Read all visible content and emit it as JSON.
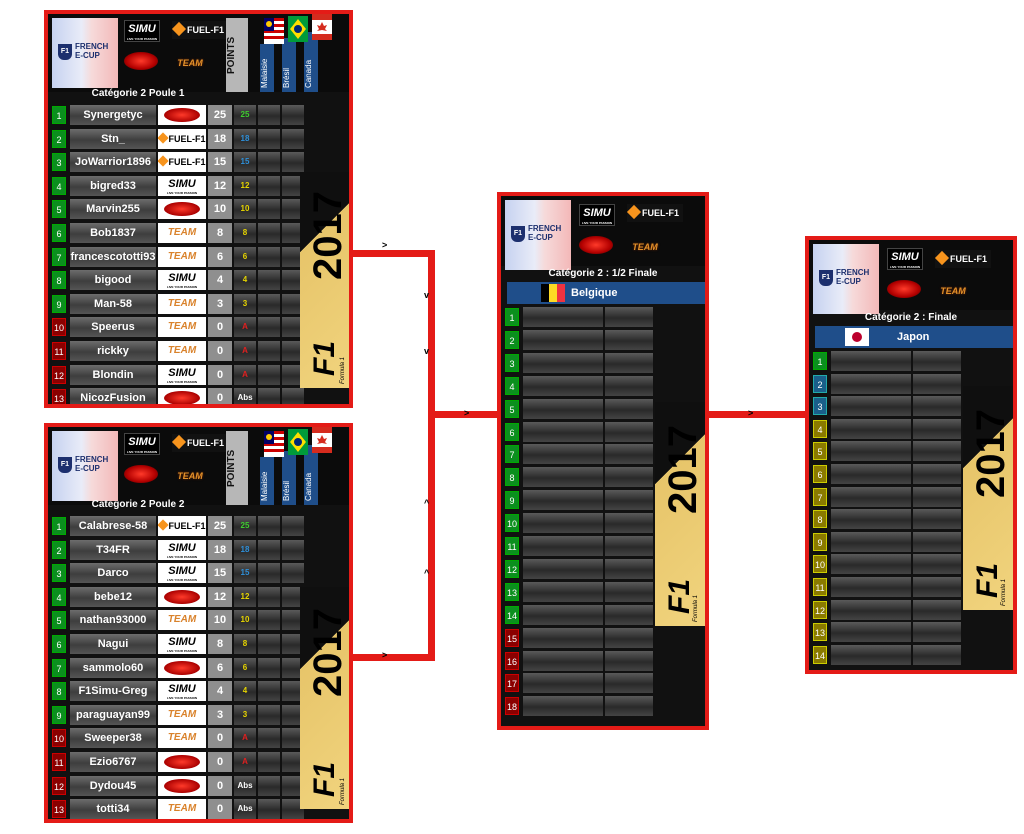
{
  "logos": {
    "f1": "F1",
    "french": "FRENCH",
    "ecup": "E-CUP",
    "simu": "SIMU",
    "simu_sub": "LIVE YOUR PASSION",
    "fuel": "FUEL-F1",
    "gold": "TEAM"
  },
  "poule1": {
    "title": "Catégorie 2  Poule 1",
    "points_header": "POINTS",
    "races": [
      "Malaisie",
      "Brésil",
      "Canada"
    ],
    "rows": [
      {
        "pos": "1",
        "name": "Synergetyc",
        "team": "red",
        "pts": "25",
        "r1": "25",
        "c": "c-25",
        "pc": "g"
      },
      {
        "pos": "2",
        "name": "Stn_",
        "team": "fuel",
        "pts": "18",
        "r1": "18",
        "c": "c-18",
        "pc": "g"
      },
      {
        "pos": "3",
        "name": "JoWarrior1896",
        "team": "fuel",
        "pts": "15",
        "r1": "15",
        "c": "c-15",
        "pc": "g"
      },
      {
        "pos": "4",
        "name": "bigred33",
        "team": "simu",
        "pts": "12",
        "r1": "12",
        "c": "c-y",
        "pc": "g"
      },
      {
        "pos": "5",
        "name": "Marvin255",
        "team": "red",
        "pts": "10",
        "r1": "10",
        "c": "c-y",
        "pc": "g"
      },
      {
        "pos": "6",
        "name": "Bob1837",
        "team": "gold",
        "pts": "8",
        "r1": "8",
        "c": "c-y",
        "pc": "g"
      },
      {
        "pos": "7",
        "name": "francescototti93",
        "team": "gold",
        "pts": "6",
        "r1": "6",
        "c": "c-y",
        "pc": "g"
      },
      {
        "pos": "8",
        "name": "bigood",
        "team": "simu",
        "pts": "4",
        "r1": "4",
        "c": "c-y",
        "pc": "g"
      },
      {
        "pos": "9",
        "name": "Man-58",
        "team": "gold",
        "pts": "3",
        "r1": "3",
        "c": "c-y",
        "pc": "g"
      },
      {
        "pos": "10",
        "name": "Speerus",
        "team": "gold",
        "pts": "0",
        "r1": "A",
        "c": "c-r",
        "pc": "r"
      },
      {
        "pos": "11",
        "name": "rickky",
        "team": "gold",
        "pts": "0",
        "r1": "A",
        "c": "c-r",
        "pc": "r"
      },
      {
        "pos": "12",
        "name": "Blondin",
        "team": "simu",
        "pts": "0",
        "r1": "A",
        "c": "c-r",
        "pc": "r"
      },
      {
        "pos": "13",
        "name": "NicozFusion",
        "team": "red",
        "pts": "0",
        "r1": "Abs",
        "c": "c-w",
        "pc": "r"
      }
    ]
  },
  "poule2": {
    "title": "Categorie 2  Poule 2",
    "points_header": "POINTS",
    "races": [
      "Malaisie",
      "Brésil",
      "Canada"
    ],
    "rows": [
      {
        "pos": "1",
        "name": "Calabrese-58",
        "team": "fuel",
        "pts": "25",
        "r1": "25",
        "c": "c-25",
        "pc": "g"
      },
      {
        "pos": "2",
        "name": "T34FR",
        "team": "simu",
        "pts": "18",
        "r1": "18",
        "c": "c-18",
        "pc": "g"
      },
      {
        "pos": "3",
        "name": "Darco",
        "team": "simu",
        "pts": "15",
        "r1": "15",
        "c": "c-15",
        "pc": "g"
      },
      {
        "pos": "4",
        "name": "bebe12",
        "team": "red",
        "pts": "12",
        "r1": "12",
        "c": "c-y",
        "pc": "g"
      },
      {
        "pos": "5",
        "name": "nathan93000",
        "team": "gold",
        "pts": "10",
        "r1": "10",
        "c": "c-y",
        "pc": "g"
      },
      {
        "pos": "6",
        "name": "Nagui",
        "team": "simu",
        "pts": "8",
        "r1": "8",
        "c": "c-y",
        "pc": "g"
      },
      {
        "pos": "7",
        "name": "sammolo60",
        "team": "red",
        "pts": "6",
        "r1": "6",
        "c": "c-y",
        "pc": "g"
      },
      {
        "pos": "8",
        "name": "F1Simu-Greg",
        "team": "simu",
        "pts": "4",
        "r1": "4",
        "c": "c-y",
        "pc": "g"
      },
      {
        "pos": "9",
        "name": "paraguayan99",
        "team": "gold",
        "pts": "3",
        "r1": "3",
        "c": "c-y",
        "pc": "g"
      },
      {
        "pos": "10",
        "name": "Sweeper38",
        "team": "gold",
        "pts": "0",
        "r1": "A",
        "c": "c-r",
        "pc": "r"
      },
      {
        "pos": "11",
        "name": "Ezio6767",
        "team": "red",
        "pts": "0",
        "r1": "A",
        "c": "c-r",
        "pc": "r"
      },
      {
        "pos": "12",
        "name": "Dydou45",
        "team": "red",
        "pts": "0",
        "r1": "Abs",
        "c": "c-w",
        "pc": "r"
      },
      {
        "pos": "13",
        "name": "totti34",
        "team": "gold",
        "pts": "0",
        "r1": "Abs",
        "c": "c-w",
        "pc": "r"
      }
    ]
  },
  "semi": {
    "title": "Catégorie 2 : 1/2 Finale",
    "gp": "Belgique",
    "positions": [
      {
        "pos": "1",
        "pc": "g"
      },
      {
        "pos": "2",
        "pc": "g"
      },
      {
        "pos": "3",
        "pc": "g"
      },
      {
        "pos": "4",
        "pc": "g"
      },
      {
        "pos": "5",
        "pc": "g"
      },
      {
        "pos": "6",
        "pc": "g"
      },
      {
        "pos": "7",
        "pc": "g"
      },
      {
        "pos": "8",
        "pc": "g"
      },
      {
        "pos": "9",
        "pc": "g"
      },
      {
        "pos": "10",
        "pc": "g"
      },
      {
        "pos": "11",
        "pc": "g"
      },
      {
        "pos": "12",
        "pc": "g"
      },
      {
        "pos": "13",
        "pc": "g"
      },
      {
        "pos": "14",
        "pc": "g"
      },
      {
        "pos": "15",
        "pc": "r"
      },
      {
        "pos": "16",
        "pc": "r"
      },
      {
        "pos": "17",
        "pc": "r"
      },
      {
        "pos": "18",
        "pc": "r"
      }
    ]
  },
  "final": {
    "title": "Catégorie 2 : Finale",
    "gp": "Japon",
    "positions": [
      {
        "pos": "1",
        "pc": "g"
      },
      {
        "pos": "2",
        "pc": "b"
      },
      {
        "pos": "3",
        "pc": "b"
      },
      {
        "pos": "4",
        "pc": "y"
      },
      {
        "pos": "5",
        "pc": "y"
      },
      {
        "pos": "6",
        "pc": "y"
      },
      {
        "pos": "7",
        "pc": "y"
      },
      {
        "pos": "8",
        "pc": "y"
      },
      {
        "pos": "9",
        "pc": "y"
      },
      {
        "pos": "10",
        "pc": "y"
      },
      {
        "pos": "11",
        "pc": "y"
      },
      {
        "pos": "12",
        "pc": "y"
      },
      {
        "pos": "13",
        "pc": "y"
      },
      {
        "pos": "14",
        "pc": "y"
      }
    ]
  },
  "f1_banner": {
    "logo": "F1",
    "year": "2017",
    "sub": "Formula 1"
  },
  "arrows": {
    "right": ">",
    "down": "v",
    "up": "^"
  }
}
